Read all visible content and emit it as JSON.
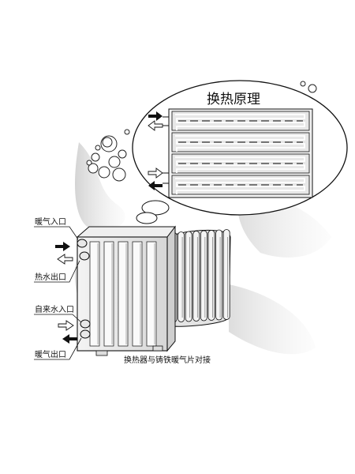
{
  "bubble": {
    "title": "换热原理"
  },
  "labels": {
    "heating_in": "暖气入口",
    "hot_water_out": "热水出口",
    "tap_water_in": "自来水入口",
    "heating_out": "暖气出口"
  },
  "caption": "换热器与铸铁暖气片对接",
  "colors": {
    "ink": "#111111",
    "shadow": "#9a9a9a",
    "arrow_light": "#cfcfcf"
  }
}
